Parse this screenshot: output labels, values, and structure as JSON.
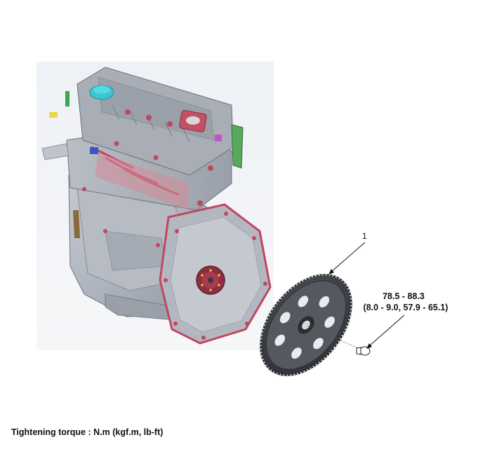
{
  "callout": {
    "number": "1"
  },
  "torque": {
    "line1": "78.5 - 88.3",
    "line2": "(8.0 - 9.0, 57.9 - 65.1)"
  },
  "footer": {
    "note": "Tightening torque : N.m (kgf.m, lb-ft)"
  }
}
